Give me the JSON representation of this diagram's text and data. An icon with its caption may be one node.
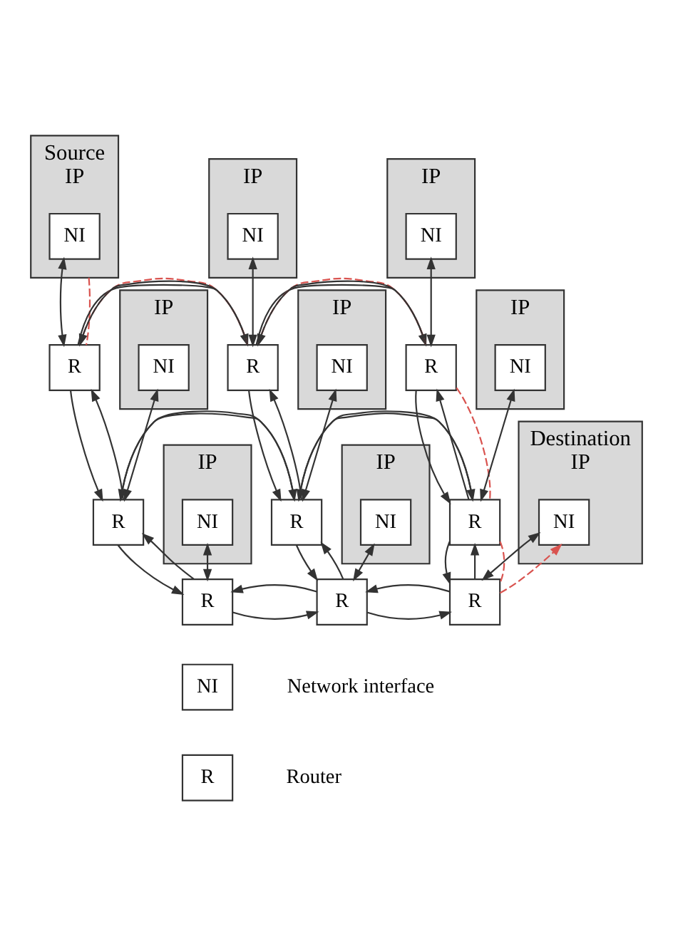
{
  "diagram": {
    "nodes": [
      {
        "text": [
          "Source",
          "IP"
        ]
      },
      {
        "text": [
          "NI"
        ],
        "in": 0
      },
      {
        "text": [
          "IP"
        ]
      },
      {
        "text": [
          "NI"
        ],
        "in": 2
      },
      {
        "text": [
          "IP"
        ]
      },
      {
        "text": [
          "NI"
        ],
        "in": 4
      },
      {
        "text": [
          "R"
        ]
      },
      {
        "text": [
          "R"
        ]
      },
      {
        "text": [
          "R"
        ]
      },
      {
        "text": [
          "IP"
        ]
      },
      {
        "text": [
          "NI"
        ],
        "in": 9
      },
      {
        "text": [
          "IP"
        ]
      },
      {
        "text": [
          "NI"
        ],
        "in": 11
      },
      {
        "text": [
          "IP"
        ]
      },
      {
        "text": [
          "NI"
        ],
        "in": 13
      },
      {
        "text": [
          "R"
        ]
      },
      {
        "text": [
          "R"
        ]
      },
      {
        "text": [
          "R"
        ]
      },
      {
        "text": [
          "IP"
        ]
      },
      {
        "text": [
          "NI"
        ],
        "in": 18
      },
      {
        "text": [
          "IP"
        ]
      },
      {
        "text": [
          "NI"
        ],
        "in": 20
      },
      {
        "text": [
          "Destination",
          "IP"
        ]
      },
      {
        "text": [
          "NI"
        ],
        "in": 22
      },
      {
        "text": [
          "R"
        ]
      },
      {
        "text": [
          "R"
        ]
      },
      {
        "text": [
          "R"
        ]
      },
      {
        "text": [
          "NI"
        ],
        "beside": [
          "Network interface"
        ]
      },
      {
        "text": [
          "R"
        ],
        "beside": [
          "Router"
        ]
      }
    ],
    "edges": [
      {
        "from": 1,
        "to": 6,
        "arrow": "both"
      },
      {
        "from": 3,
        "to": 7,
        "arrow": "both"
      },
      {
        "from": 5,
        "to": 8,
        "arrow": "both"
      },
      {
        "from": 10,
        "to": 15,
        "arrow": "both"
      },
      {
        "from": 12,
        "to": 16,
        "arrow": "both"
      },
      {
        "from": 14,
        "to": 17,
        "arrow": "both"
      },
      {
        "from": 19,
        "to": 24,
        "arrow": "both"
      },
      {
        "from": 21,
        "to": 25,
        "arrow": "both"
      },
      {
        "from": 23,
        "to": 26,
        "arrow": "both"
      },
      {
        "from": 6,
        "to": 7,
        "arrow": "to"
      },
      {
        "from": 7,
        "to": 6,
        "arrow": "to"
      },
      {
        "from": 7,
        "to": 8,
        "arrow": "to"
      },
      {
        "from": 8,
        "to": 7,
        "arrow": "to"
      },
      {
        "from": 15,
        "to": 16,
        "arrow": "to"
      },
      {
        "from": 16,
        "to": 15,
        "arrow": "to"
      },
      {
        "from": 16,
        "to": 17,
        "arrow": "to"
      },
      {
        "from": 17,
        "to": 16,
        "arrow": "to"
      },
      {
        "from": 24,
        "to": 25,
        "arrow": "to"
      },
      {
        "from": 25,
        "to": 24,
        "arrow": "to"
      },
      {
        "from": 25,
        "to": 26,
        "arrow": "to"
      },
      {
        "from": 26,
        "to": 25,
        "arrow": "to"
      },
      {
        "from": 6,
        "to": 15,
        "arrow": "to"
      },
      {
        "from": 15,
        "to": 6,
        "arrow": "to"
      },
      {
        "from": 15,
        "to": 24,
        "arrow": "to"
      },
      {
        "from": 24,
        "to": 15,
        "arrow": "to"
      },
      {
        "from": 7,
        "to": 16,
        "arrow": "to"
      },
      {
        "from": 16,
        "to": 7,
        "arrow": "to"
      },
      {
        "from": 16,
        "to": 25,
        "arrow": "to"
      },
      {
        "from": 25,
        "to": 16,
        "arrow": "to"
      },
      {
        "from": 8,
        "to": 17,
        "arrow": "to"
      },
      {
        "from": 17,
        "to": 8,
        "arrow": "to"
      },
      {
        "from": 17,
        "to": 26,
        "arrow": "to"
      },
      {
        "from": 26,
        "to": 17,
        "arrow": "to"
      },
      {
        "from": 0,
        "to": 6,
        "arrow": "none",
        "style": "dashed",
        "color": "#d9534f"
      },
      {
        "from": 6,
        "to": 7,
        "arrow": "none",
        "style": "dashed",
        "color": "#d9534f"
      },
      {
        "from": 7,
        "to": 8,
        "arrow": "none",
        "style": "dashed",
        "color": "#d9534f"
      },
      {
        "from": 8,
        "to": 17,
        "arrow": "none",
        "style": "dashed",
        "color": "#d9534f"
      },
      {
        "from": 17,
        "to": 26,
        "arrow": "none",
        "style": "dashed",
        "color": "#d9534f"
      },
      {
        "from": 26,
        "to": 23,
        "arrow": "to",
        "style": "dashed",
        "color": "#d9534f"
      }
    ]
  }
}
